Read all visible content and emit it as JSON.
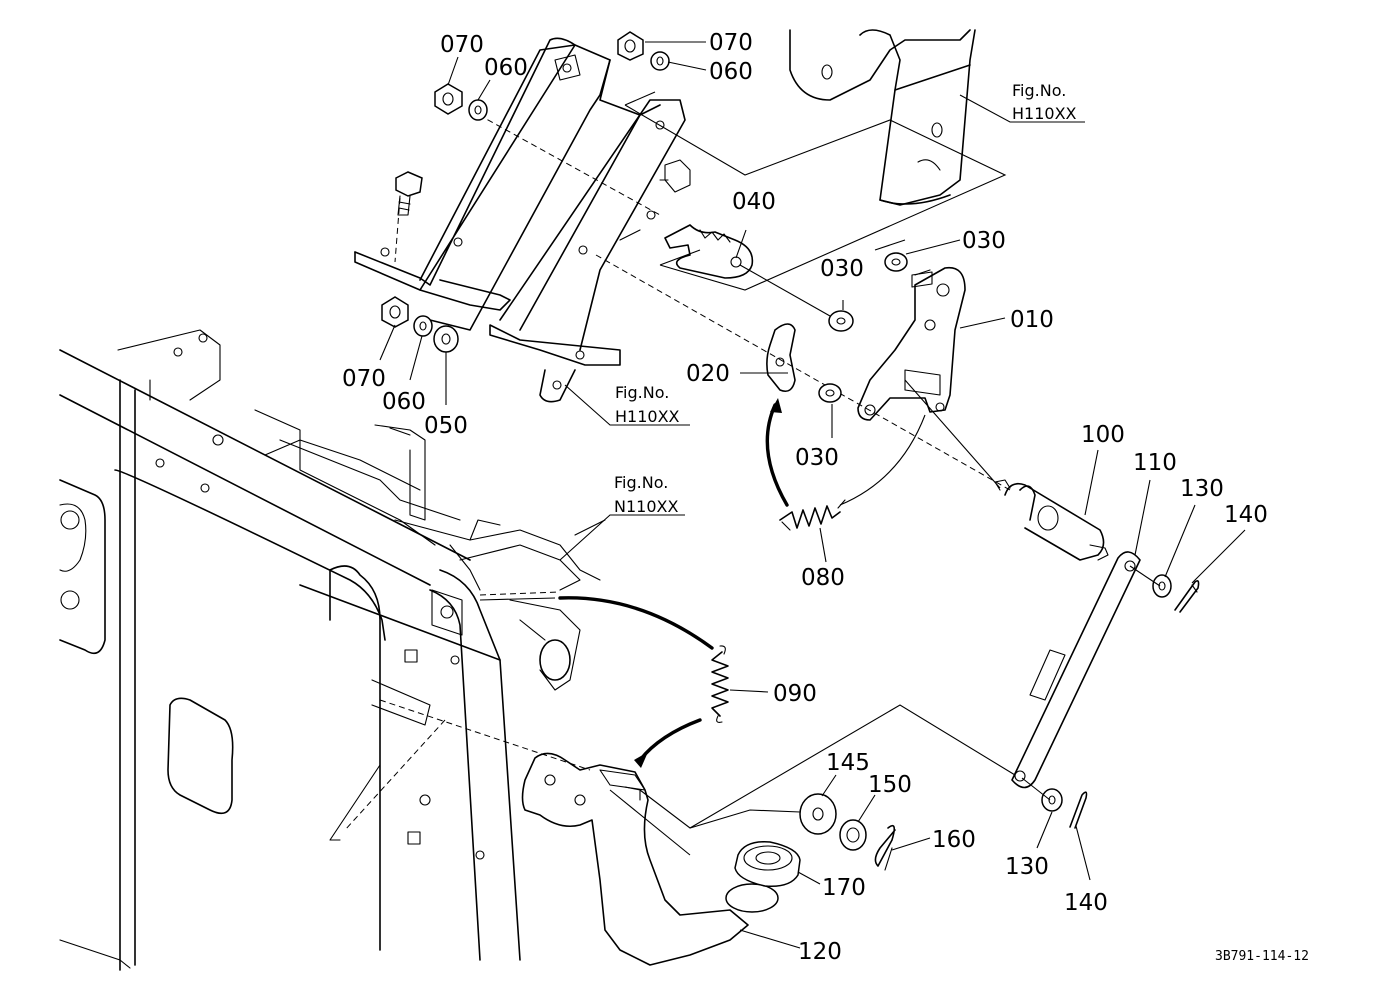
{
  "callouts": [
    {
      "id": "c070a",
      "text": "070"
    },
    {
      "id": "c060a",
      "text": "060"
    },
    {
      "id": "c070b",
      "text": "070"
    },
    {
      "id": "c060b",
      "text": "060"
    },
    {
      "id": "c040",
      "text": "040"
    },
    {
      "id": "c030a",
      "text": "030"
    },
    {
      "id": "c030b",
      "text": "030"
    },
    {
      "id": "c010",
      "text": "010"
    },
    {
      "id": "c020",
      "text": "020"
    },
    {
      "id": "c030c",
      "text": "030"
    },
    {
      "id": "c070c",
      "text": "070"
    },
    {
      "id": "c060c",
      "text": "060"
    },
    {
      "id": "c050",
      "text": "050"
    },
    {
      "id": "c100",
      "text": "100"
    },
    {
      "id": "c110",
      "text": "110"
    },
    {
      "id": "c130a",
      "text": "130"
    },
    {
      "id": "c140a",
      "text": "140"
    },
    {
      "id": "c080",
      "text": "080"
    },
    {
      "id": "c090",
      "text": "090"
    },
    {
      "id": "c145",
      "text": "145"
    },
    {
      "id": "c150",
      "text": "150"
    },
    {
      "id": "c160",
      "text": "160"
    },
    {
      "id": "c130b",
      "text": "130"
    },
    {
      "id": "c140b",
      "text": "140"
    },
    {
      "id": "c170",
      "text": "170"
    },
    {
      "id": "c120",
      "text": "120"
    }
  ],
  "figure_refs": [
    {
      "id": "fr1",
      "line1": "Fig.No.",
      "line2": "H110XX"
    },
    {
      "id": "fr2",
      "line1": "Fig.No.",
      "line2": "H110XX"
    },
    {
      "id": "fr3",
      "line1": "Fig.No.",
      "line2": "N110XX"
    }
  ],
  "drawing_code": "3B791-114-12"
}
